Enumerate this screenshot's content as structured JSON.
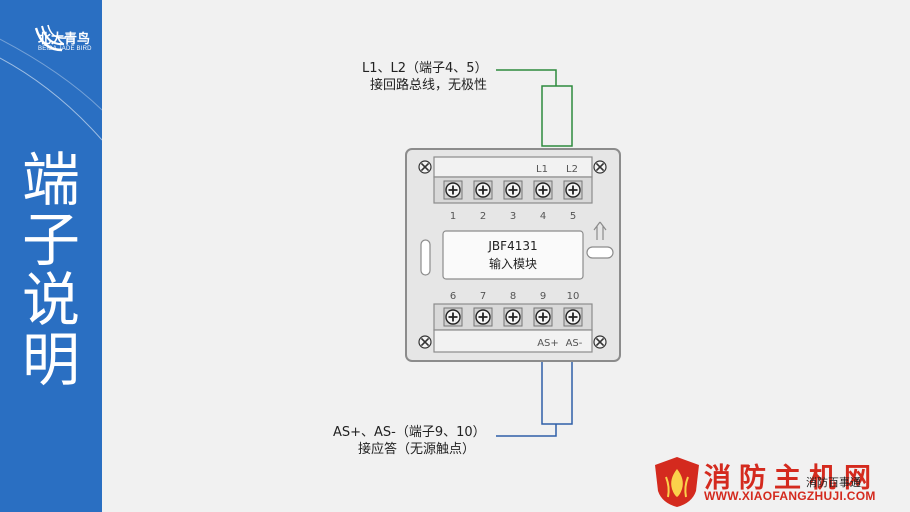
{
  "sidebar": {
    "brand_name": "北大青鸟",
    "brand_en": "BEIDA JADE BIRD",
    "title_chars": [
      "端",
      "子",
      "说",
      "明"
    ],
    "bg_color": "#2a6fc2"
  },
  "diagram": {
    "top_note_line1": "L1、L2（端子4、5）",
    "top_note_line2": "接回路总线，无极性",
    "bottom_note_line1": "AS+、AS-（端子9、10）",
    "bottom_note_line2": "接应答（无源触点）",
    "module_model": "JBF4131",
    "module_name": "输入模块",
    "top_terminal_labels": [
      "L1",
      "L2"
    ],
    "bottom_terminal_labels": [
      "AS+",
      "AS-"
    ],
    "top_numbers": [
      "1",
      "2",
      "3",
      "4",
      "5"
    ],
    "bottom_numbers": [
      "6",
      "7",
      "8",
      "9",
      "10"
    ],
    "top_wire_color": "#2e8b3e",
    "bottom_wire_color": "#2f5fa8"
  },
  "watermark": {
    "title": "消防主机网",
    "url": "WWW.XIAOFANGZHUJI.COM",
    "subtitle": "消防百事通",
    "color": "#d42a1e"
  }
}
